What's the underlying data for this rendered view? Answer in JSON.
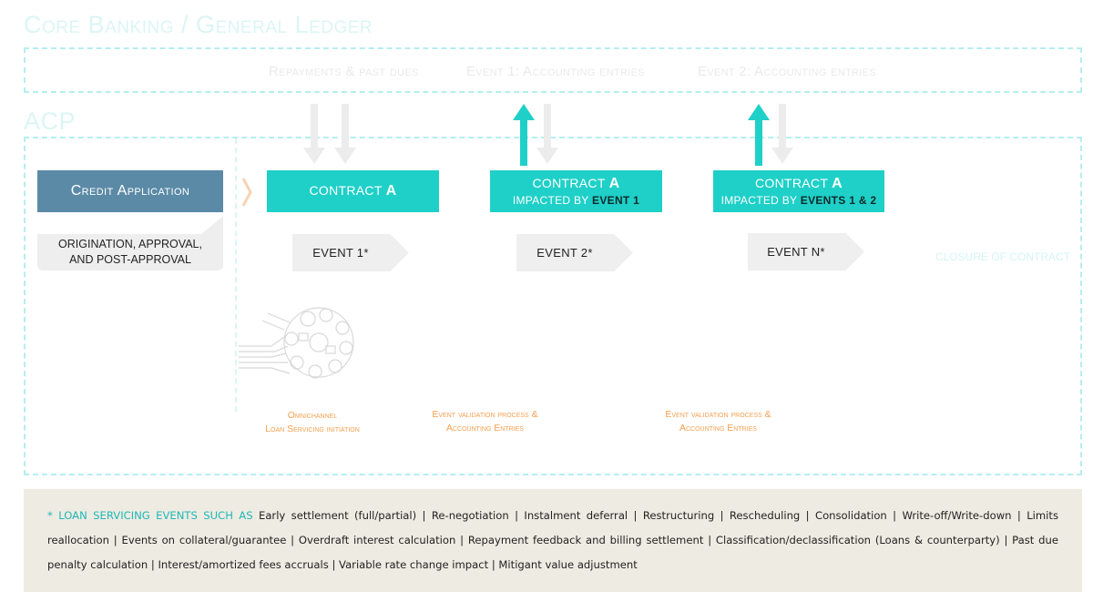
{
  "core_title": "Core Banking / General Ledger",
  "acp_title": "ACP",
  "top_labels": [
    "Repayments & past dues",
    "Event 1:  Accounting entries",
    "Event 2: Accounting entries"
  ],
  "credit_application": {
    "title": "Credit Application",
    "subtitle_line1": "ORIGINATION, APPROVAL,",
    "subtitle_line2": "AND POST-APPROVAL"
  },
  "contracts": [
    {
      "line1_text": "CONTRACT",
      "line1_bold": "A",
      "line2_text": "",
      "line2_bold": ""
    },
    {
      "line1_text": "CONTRACT",
      "line1_bold": "A",
      "line2_text": "IMPACTED BY",
      "line2_bold": "EVENT 1"
    },
    {
      "line1_text": "CONTRACT",
      "line1_bold": "A",
      "line2_text": "IMPACTED BY",
      "line2_bold": "EVENTS 1 & 2"
    }
  ],
  "events": [
    "EVENT 1*",
    "EVENT 2*",
    "EVENT N*"
  ],
  "closure_label": "CLOSURE OF CONTRACT",
  "notes": {
    "omni_line1": "Omnichannel",
    "omni_line2": "Loan Servicing initiation",
    "val1_line1": "Event validation process &",
    "val1_line2": "Accounting Entries",
    "val2_line1": "Event validation process &",
    "val2_line2": "Accounting Entries"
  },
  "footnote": {
    "prefix": "* LOAN SERVICING EVENTS SUCH AS",
    "text": " Early settlement (full/partial) | Re-negotiation | Instalment deferral | Restructuring | Rescheduling | Consolidation | Write-off/Write-down | Limits reallocation | Events on collateral/guarantee  | Overdraft interest calculation | Repayment feedback and billing settlement | Classification/declassification (Loans & counterparty) | Past due penalty calculation | Interest/amortized fees accruals | Variable rate change impact | Mitigant value adjustment"
  },
  "colors": {
    "teal": "#1fd0c8",
    "steel_blue": "#5b8aa6",
    "orange": "#f5a050",
    "light_gray": "#efefef"
  }
}
